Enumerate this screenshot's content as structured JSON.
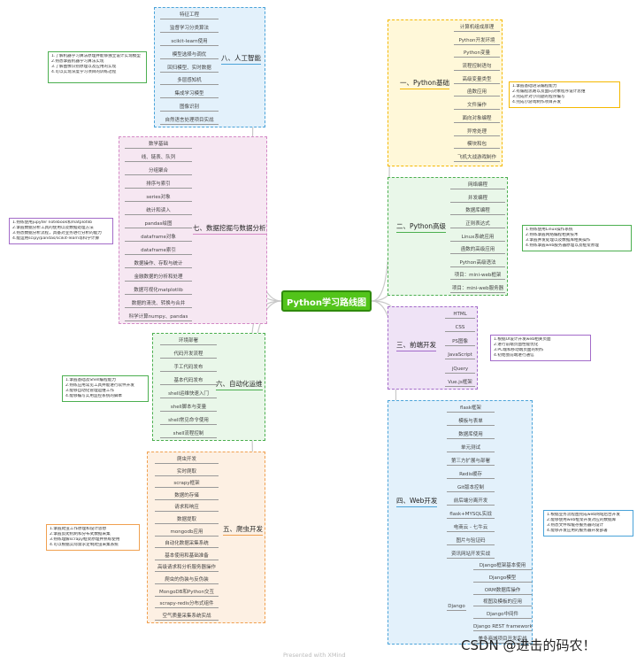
{
  "center": "Python学习路线图",
  "footer": "Presented with XMind",
  "watermark": "CSDN @进击的码农！",
  "colors": {
    "yellow": "#f5b800",
    "green": "#4caf50",
    "purple": "#a36bc9",
    "blue": "#4aa3d9",
    "orange": "#f0a050",
    "pink": "#d48ac6"
  },
  "branches": {
    "b1": {
      "label": "一、Python基础",
      "items": [
        "计算机组成原理",
        "Python开发环境",
        "Python变量",
        "流程控制语句",
        "高级变量类型",
        "函数应用",
        "文件操作",
        "面向对象编程",
        "异常处理",
        "模块和包",
        "飞机大战游戏制作"
      ],
      "notes": [
        "1.掌握基础语法编程能力",
        "2.有编程思路以及面向对象程序设计思维",
        "3.完成针对小问题的程序编写",
        "4.完成小游戏制作项目开发"
      ]
    },
    "b2": {
      "label": "二、Python高级",
      "items": [
        "网络编程",
        "并发编程",
        "数据库编程",
        "正则表达式",
        "Linux系统应用",
        "函数的高级应用",
        "Python高级语法",
        "项目：mini-web框架",
        "项目：mini-web服务器"
      ],
      "notes": [
        "1.熟练使用Linux操作系统",
        "2.熟练掌握网络编程相关技术",
        "3.掌握并发处理以及数据库相关操作",
        "4.熟练掌握web服务器原理以及框架原理"
      ]
    },
    "b3": {
      "label": "三、前端开发",
      "items": [
        "HTML",
        "CSS",
        "PS图像",
        "JavaScript",
        "jQuery",
        "Vue.js框架"
      ],
      "notes": [
        "1.根据UI设计开发web相关页面",
        "2.进行前端页面性能优化",
        "3.PC端和移动端页面的制作",
        "4.初始会前端进行通信"
      ]
    },
    "b4": {
      "label": "四、Web开发",
      "items": [
        "flask框架",
        "模板与表单",
        "数据库使用",
        "单元测试",
        "第三方扩展与部署",
        "Redis缓存",
        "Git版本控制",
        "前后端分离开发",
        "flask+MYSQL实战",
        "电商云 - 七牛云",
        "图片与验证码",
        "资讯网站开发实战"
      ],
      "django_label": "Django",
      "django_items": [
        "Django框架基本使用",
        "Django模型",
        "ORM数据库操作",
        "视图及模板的应用",
        "Django中间件",
        "Django REST framework",
        "美多商城项目开发实战"
      ],
      "notes": [
        "1.根据业务流程图完成web网站后台开发",
        "2.能够使用web框架开发对应的数据库",
        "3.熟悉文件和缓存服务器的设计",
        "4.能够开发应用的服务器开发部署"
      ]
    },
    "b5": {
      "label": "五、爬虫开发",
      "items": [
        "爬虫开发",
        "实时爬取",
        "scrapy框架",
        "数据的存储",
        "请求和响应",
        "数据提取",
        "mongodb应用",
        "自动化数据采集系统",
        "基本使用和基础准备",
        "高级请求和分析服务器操作",
        "爬虫的伪装与反伪装",
        "MongoDB和Python交互",
        "scrapy-redis分布式组件",
        "空气质量采集系统实战"
      ],
      "notes": [
        "1.掌握爬虫工作原理和设计思想",
        "2.掌握反爬机制和分布式数据采集",
        "3.熟练理解scrapy框架原理并熟练使用",
        "4.可以根据实际需求定制爬虫采集系统"
      ]
    },
    "b6": {
      "label": "六、自动化运维",
      "items": [
        "环境部署",
        "代码开发流程",
        "手工代码发布",
        "基本代码发布",
        "shell运维快速入门",
        "shell脚本与变量",
        "shell常见命令使用",
        "shell流程控制"
      ],
      "notes": [
        "1.掌握基础及Shell编程能力",
        "2.熟练应用常见工具并能进行软件开发",
        "3.能够自动化管理运维工作",
        "4.能够编写实用监控系统的脚本"
      ]
    },
    "b7": {
      "label": "七、数据挖掘与数据分析",
      "items": [
        "数学基础",
        "线、链表、队列",
        "分组聚合",
        "排序与索引",
        "series对象",
        "统计和读入",
        "pandas绘图",
        "dataframe对象",
        "dataframe索引",
        "数据操作、存取与统计",
        "金融数据的分析和处理",
        "数据可视化matplotlib",
        "数据的清洗、转换与合并",
        "科学计算numpy、pandas"
      ],
      "notes": [
        "1.熟练使用jupyter notebook和matplotlib",
        "2.掌握数据分析工具的使用以及数据处理方法",
        "3.熟悉数据分析流程，具备对业务进行分析的能力",
        "4.能运用scipy/pandas/scikit-learn等科学计算"
      ]
    },
    "b8": {
      "label": "八、人工智能",
      "items": [
        "特征工程",
        "监督学习分类算法",
        "scikit-learn使用",
        "模型选择与调优",
        "回归模型、实时数据",
        "多层感知机",
        "集成学习模型",
        "图像识别",
        "自然语言处理项目实战"
      ],
      "notes": [
        "1.了解机器学习算法原理并能够独立设计实现模型",
        "2.熟悉掌握机器学习算法实现",
        "3.了解图像识别原理以及应用的实现",
        "4.可以实现深度学习项目的训练过程"
      ]
    }
  }
}
